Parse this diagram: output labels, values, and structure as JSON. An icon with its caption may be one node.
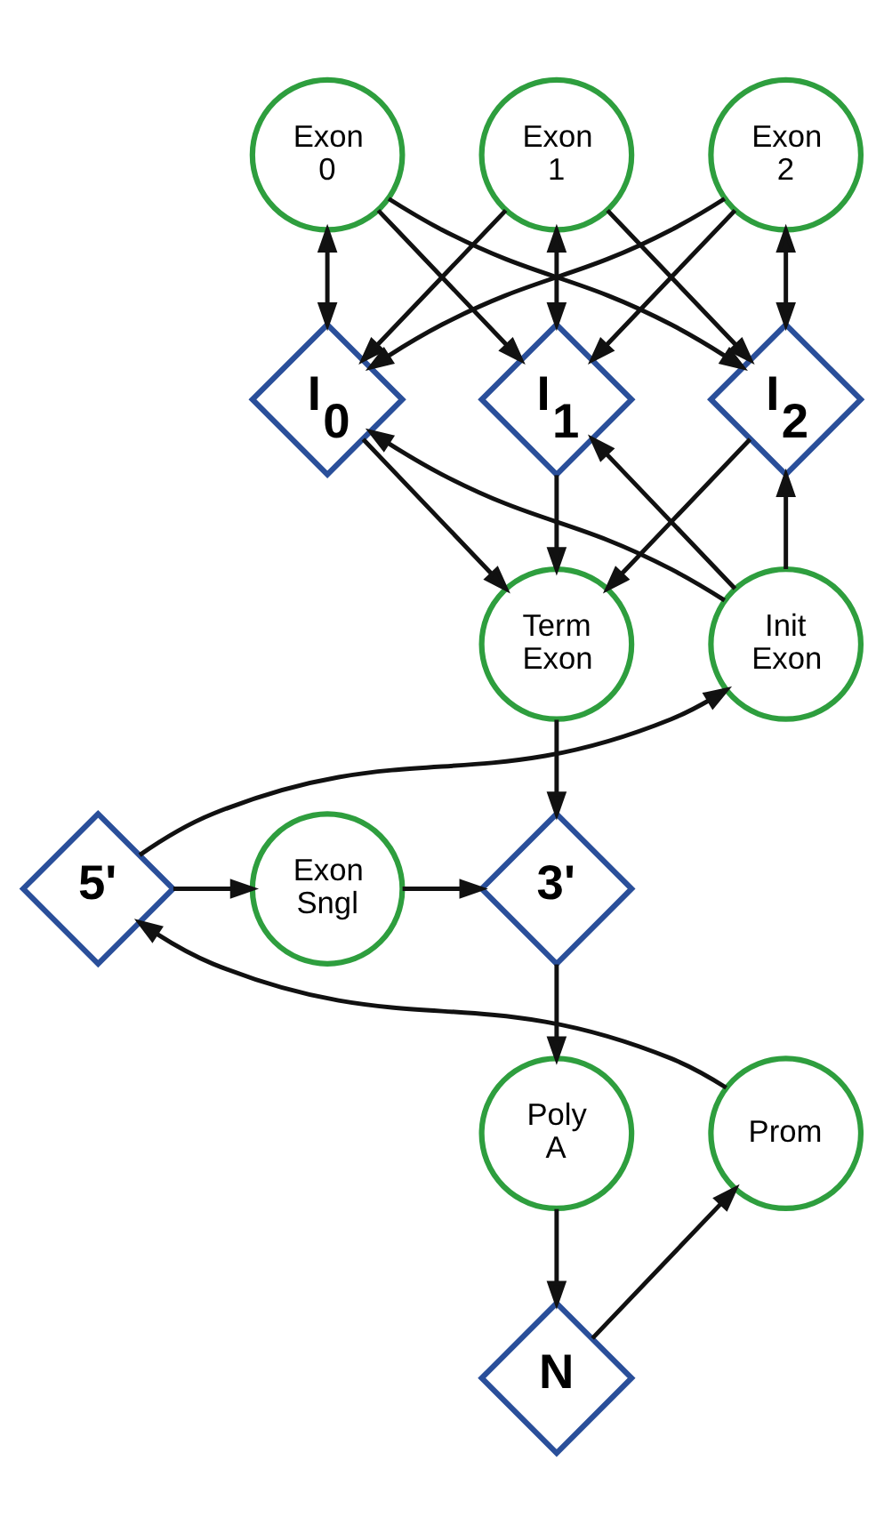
{
  "diagram": {
    "nodes": [
      {
        "text": [
          "Exon 0"
        ]
      },
      {
        "text": [
          "Exon 1"
        ]
      },
      {
        "text": [
          "Exon 2"
        ]
      },
      {
        "text": [
          "I$_{0}$"
        ]
      },
      {
        "text": [
          "I$_{1}$"
        ]
      },
      {
        "text": [
          "I$_{2}$"
        ]
      },
      {
        "text": [
          "Init Exon"
        ]
      },
      {
        "text": [
          "Term Exon"
        ]
      },
      {
        "text": [
          "5'"
        ]
      },
      {
        "text": [
          "Exon Sngl"
        ]
      },
      {
        "text": [
          "3'"
        ]
      },
      {
        "text": [
          "Prom"
        ]
      },
      {
        "text": [
          "Poly A"
        ]
      },
      {
        "text": [
          "N"
        ]
      }
    ],
    "edges": [
      {
        "from": 0,
        "to": 3,
        "arrow": "both"
      },
      {
        "from": 0,
        "to": 4,
        "arrow": "to"
      },
      {
        "from": 0,
        "to": 5,
        "arrow": "to"
      },
      {
        "from": 1,
        "to": 3,
        "arrow": "to"
      },
      {
        "from": 1,
        "to": 4,
        "arrow": "both"
      },
      {
        "from": 1,
        "to": 5,
        "arrow": "to"
      },
      {
        "from": 2,
        "to": 3,
        "arrow": "to"
      },
      {
        "from": 2,
        "to": 4,
        "arrow": "to"
      },
      {
        "from": 2,
        "to": 5,
        "arrow": "both"
      },
      {
        "from": 3,
        "to": 7,
        "arrow": "to"
      },
      {
        "from": 4,
        "to": 7,
        "arrow": "to"
      },
      {
        "from": 5,
        "to": 7,
        "arrow": "to"
      },
      {
        "from": 6,
        "to": 3,
        "arrow": "to"
      },
      {
        "from": 6,
        "to": 4,
        "arrow": "to"
      },
      {
        "from": 6,
        "to": 5,
        "arrow": "to"
      },
      {
        "from": 8,
        "to": 6,
        "arrow": "to"
      },
      {
        "from": 8,
        "to": 9,
        "arrow": "to"
      },
      {
        "from": 9,
        "to": 10,
        "arrow": "to"
      },
      {
        "from": 7,
        "to": 10,
        "arrow": "to"
      },
      {
        "from": 10,
        "to": 12,
        "arrow": "to"
      },
      {
        "from": 12,
        "to": 13,
        "arrow": "to"
      },
      {
        "from": 13,
        "to": 11,
        "arrow": "to"
      },
      {
        "from": 11,
        "to": 8,
        "arrow": "to"
      }
    ]
  }
}
